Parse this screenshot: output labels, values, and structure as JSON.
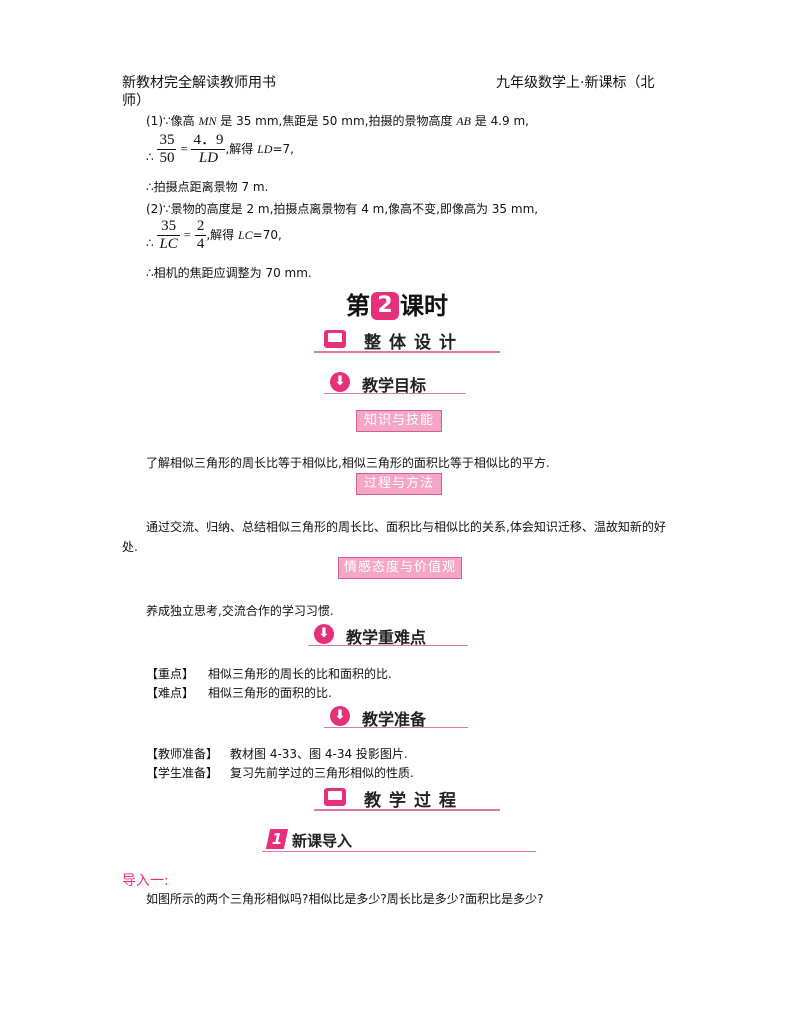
{
  "header": {
    "left": "新教材完全解读教师用书",
    "right": "九年级数学上·新课标（北",
    "left_cont": "师）"
  },
  "solution": {
    "l1a": "(1)∵像高 ",
    "l1_mn": "MN",
    "l1b": " 是 35   mm,焦距是 50   mm,拍摄的景物高度 ",
    "l1_ab": "AB",
    "l1c": " 是 4.9   m,",
    "l2_therefore": "∴",
    "l2_f1_num": "35",
    "l2_f1_den": "50",
    "l2_eq": "=",
    "l2_f2_num": "4．9",
    "l2_f2_den": "LD",
    "l2_solve": ",解得 ",
    "l2_var": "LD",
    "l2_val": "=7,",
    "l3": "∴拍摄点距离景物 7   m.",
    "l4": "(2)∵景物的高度是 2   m,拍摄点离景物有 4   m,像高不变,即像高为 35   mm,",
    "l5_therefore": "∴",
    "l5_f1_num": "35",
    "l5_f1_den": "LC",
    "l5_eq": "=",
    "l5_f2_num": "2",
    "l5_f2_den": "4",
    "l5_solve": ",解得 ",
    "l5_var": "LC",
    "l5_val": "=70,",
    "l6": "∴相机的焦距应调整为 70   mm."
  },
  "lesson": {
    "pre": "第",
    "num": "2",
    "post": "课时"
  },
  "sections": {
    "overall": "整体设计",
    "goals": "教学目标",
    "key": "教学重难点",
    "prep": "教学准备",
    "process": "教学过程"
  },
  "tags": {
    "knowledge": "知识与技能",
    "method": "过程与方法",
    "emotion": "情感态度与价值观"
  },
  "goals": {
    "knowledge": "了解相似三角形的周长比等于相似比,相似三角形的面积比等于相似比的平方.",
    "method_1": "通过交流、归纳、总结相似三角形的周长比、面积比与相似比的关系,体会知识迁移、温故知新的好",
    "method_2": "处.",
    "emotion": "养成独立思考,交流合作的学习习惯."
  },
  "keypoints": {
    "focus_label": "【重点】",
    "focus": "相似三角形的周长的比和面积的比.",
    "difficulty_label": "【难点】",
    "difficulty": "相似三角形的面积的比."
  },
  "preparation": {
    "teacher_label": "【教师准备】",
    "teacher": "教材图 4-33、图 4-34 投影图片.",
    "student_label": "【学生准备】",
    "student": "复习先前学过的三角形相似的性质."
  },
  "process": {
    "step_num": "1",
    "step_title": "新课导入",
    "intro_label": "导入一:",
    "intro_text": "如图所示的两个三角形相似吗?相似比是多少?周长比是多少?面积比是多少?"
  },
  "colors": {
    "accent": "#e5307c",
    "tag_fill": "#f4a6c6",
    "line": "#e07aa5"
  }
}
